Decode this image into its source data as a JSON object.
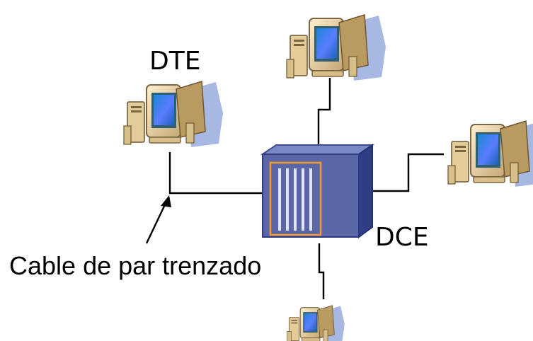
{
  "labels": {
    "dte": "DTE",
    "dce": "DCE",
    "cable": "Cable de par trenzado"
  },
  "icons": {
    "computer": "computer-icon",
    "switch": "switch-icon"
  },
  "colors": {
    "monitor_body": "#efd8a8",
    "monitor_shadow": "#8aa0d8",
    "screen_outer": "#2b6f7f",
    "screen_inner": "#4a7cff",
    "switch_front": "#5a66a8",
    "switch_top": "#7b88c6",
    "switch_side": "#2f3d86",
    "switch_panel": "#f39b2f"
  }
}
